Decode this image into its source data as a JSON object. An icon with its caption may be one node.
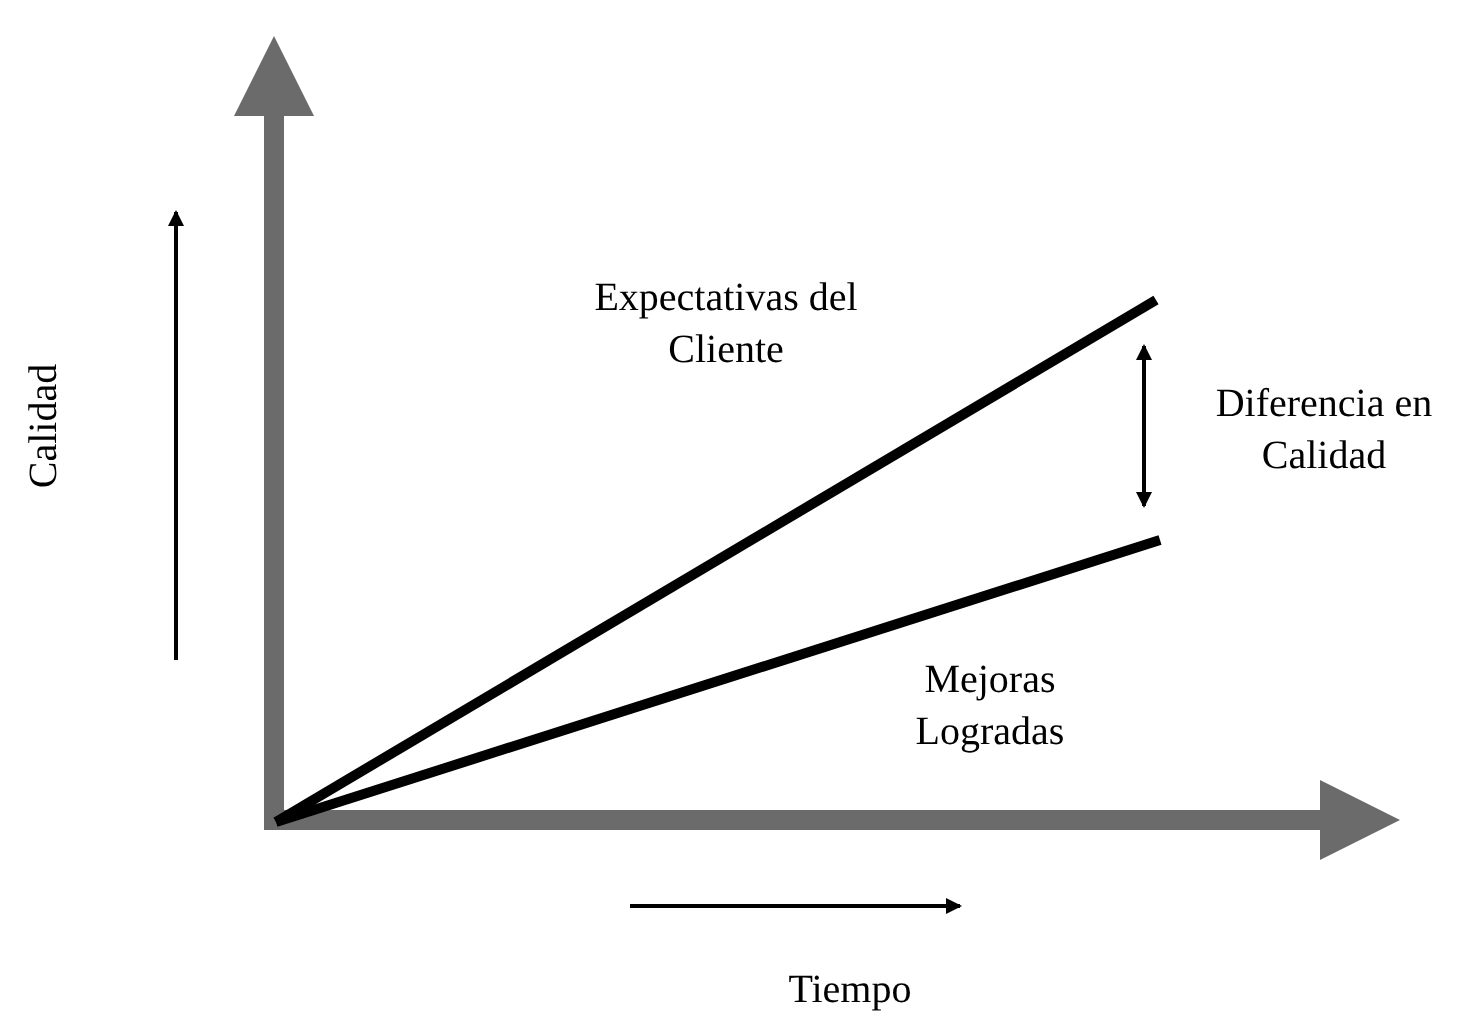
{
  "diagram": {
    "labels": [
      "Expectativas del Cliente",
      "Diferencia en Calidad",
      "Calidad",
      "Mejoras Logradas",
      "Tiempo"
    ]
  }
}
